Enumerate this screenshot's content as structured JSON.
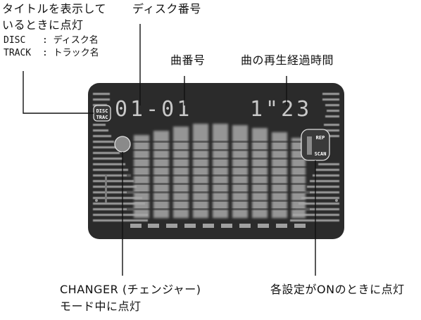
{
  "labels": {
    "title_indicator_line1": "タイトルを表示して",
    "title_indicator_line2": "いるときに点灯",
    "disc_key": "DISC",
    "disc_desc": "  : ディスク名",
    "track_key": "TRACK",
    "track_desc": " : トラック名",
    "disc_number": "ディスク番号",
    "track_number": "曲番号",
    "elapsed_time": "曲の再生経過時間",
    "changer_line1": "CHANGER (チェンジャー)",
    "changer_line2": "モード中に点灯",
    "settings_on": "各設定がONのときに点灯"
  },
  "display": {
    "disc_track_readout": "01-01",
    "time_readout": "1\"23",
    "indicator_disc": "DISC",
    "indicator_track": "TRAC",
    "indicator_rep": "REP",
    "indicator_scan": "SCAN"
  },
  "colors": {
    "lcd_bg": "#2b2b2b",
    "segment": "#bdbdbd",
    "line": "#111111"
  }
}
